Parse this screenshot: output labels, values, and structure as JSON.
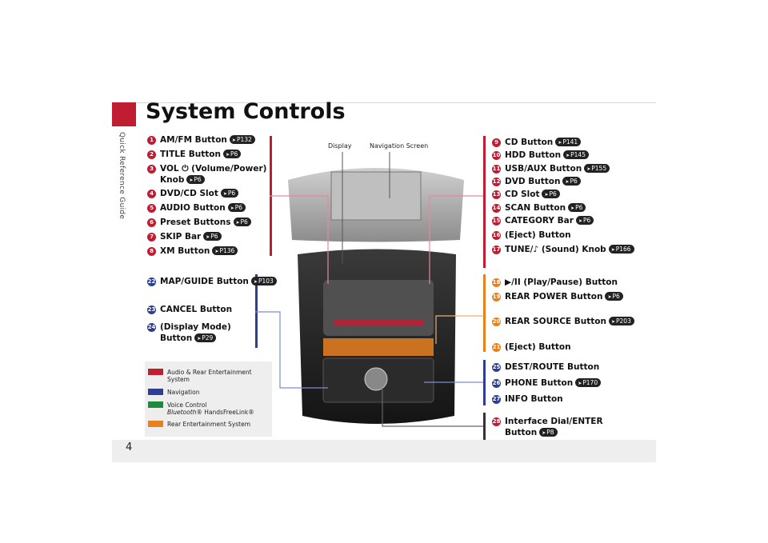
{
  "page": {
    "title": "System Controls",
    "side_label": "Quick Reference Guide",
    "page_number": "4"
  },
  "image_captions": {
    "display": "Display",
    "nav_screen": "Navigation Screen"
  },
  "left_items": [
    {
      "n": "1",
      "label": "AM/FM Button",
      "ref": "P132"
    },
    {
      "n": "2",
      "label": "TITLE Button",
      "ref": "P6"
    },
    {
      "n": "3",
      "label": "VOL ⏻ (Volume/Power)",
      "label2": "Knob",
      "ref": "P6"
    },
    {
      "n": "4",
      "label": "DVD/CD Slot",
      "ref": "P6"
    },
    {
      "n": "5",
      "label": "AUDIO Button",
      "ref": "P6"
    },
    {
      "n": "6",
      "label": "Preset Buttons",
      "ref": "P6"
    },
    {
      "n": "7",
      "label": "SKIP Bar",
      "ref": "P6"
    },
    {
      "n": "8",
      "label": "XM Button",
      "ref": "P136"
    }
  ],
  "left_blue_items": [
    {
      "n": "22",
      "label": "MAP/GUIDE Button",
      "ref": "P103"
    },
    {
      "n": "23",
      "label": "CANCEL Button"
    },
    {
      "n": "24",
      "label": "(Display Mode)",
      "label2": "Button",
      "ref": "P29"
    }
  ],
  "right_items": [
    {
      "n": "9",
      "label": "CD Button",
      "ref": "P141"
    },
    {
      "n": "10",
      "label": "HDD Button",
      "ref": "P145"
    },
    {
      "n": "11",
      "label": "USB/AUX Button",
      "ref": "P155"
    },
    {
      "n": "12",
      "label": "DVD Button",
      "ref": "P6"
    },
    {
      "n": "13",
      "label": "CD Slot",
      "ref": "P6"
    },
    {
      "n": "14",
      "label": "SCAN Button",
      "ref": "P6"
    },
    {
      "n": "15",
      "label": "CATEGORY Bar",
      "ref": "P6"
    },
    {
      "n": "16",
      "label": "(Eject) Button"
    },
    {
      "n": "17",
      "label": "TUNE/♪ (Sound) Knob",
      "ref": "P166"
    }
  ],
  "right_orange_items": [
    {
      "n": "18",
      "label": "▶/II (Play/Pause) Button"
    },
    {
      "n": "19",
      "label": "REAR POWER Button",
      "ref": "P6"
    },
    {
      "n": "20",
      "label": "REAR SOURCE Button",
      "ref": "P203"
    },
    {
      "n": "21",
      "label": "(Eject) Button"
    }
  ],
  "right_blue_items": [
    {
      "n": "25",
      "label": "DEST/ROUTE Button"
    },
    {
      "n": "26",
      "label": "PHONE Button",
      "ref": "P170"
    },
    {
      "n": "27",
      "label": "INFO Button"
    }
  ],
  "right_dark_items": [
    {
      "n": "28",
      "label": "Interface Dial/ENTER",
      "label2": "Button",
      "ref": "P8"
    }
  ],
  "legend": [
    {
      "color": "#c01c32",
      "text": "Audio & Rear Entertainment",
      "text2": "System"
    },
    {
      "color": "#2c3e96",
      "text": "Navigation"
    },
    {
      "color": "#1e8a3b",
      "text": "Voice Control",
      "text2_italic": "Bluetooth",
      "text2_rest": "® HandsFreeLink®"
    },
    {
      "color": "#e8801e",
      "text": "Rear Entertainment System"
    }
  ],
  "colors": {
    "red": "#c01c32",
    "blue": "#2c3e96",
    "green": "#1e8a3b",
    "orange": "#e8801e"
  }
}
